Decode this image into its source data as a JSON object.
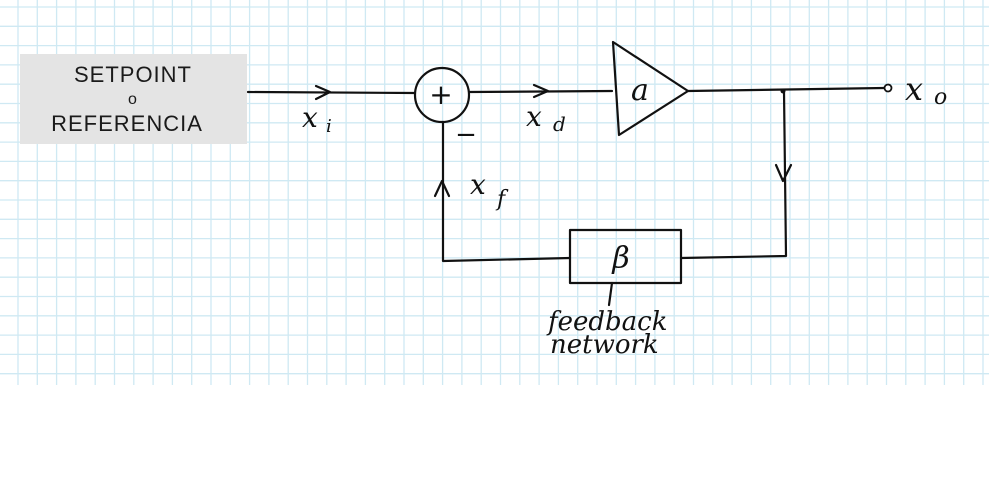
{
  "diagram": {
    "setpoint": {
      "line1": "SETPOINT",
      "line2": "o",
      "line3": "REFERENCIA"
    },
    "signals": {
      "input": "x",
      "input_sub": "i",
      "difference": "x",
      "difference_sub": "d",
      "feedback": "x",
      "feedback_sub": "f",
      "output": "x",
      "output_sub": "o"
    },
    "summing_junction": {
      "plus": "+",
      "minus": "−"
    },
    "amplifier": {
      "label": "a"
    },
    "feedback_block": {
      "label": "β",
      "caption_line1": "feedback",
      "caption_line2": "network"
    },
    "colors": {
      "grid": "#cfe9f3",
      "ink": "#111111",
      "setpoint_fill": "#e4e4e4"
    }
  }
}
